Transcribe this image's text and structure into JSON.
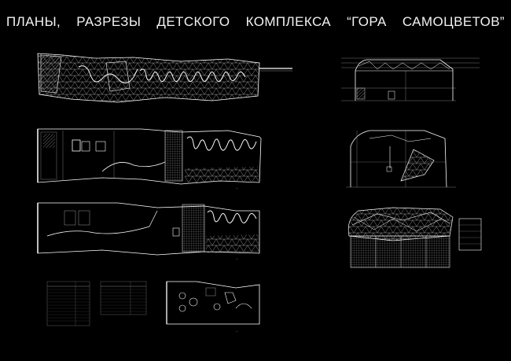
{
  "poster": {
    "title_words": [
      "ПЛАНЫ,",
      "РАЗРЕЗЫ",
      "ДЕТСКОГО",
      "КОМПЛЕКСА",
      "“ГОРА",
      "САМОЦВЕТОВ”"
    ]
  },
  "colors": {
    "background": "#000000",
    "line": "#ffffff",
    "dim_line": "#9a9a9a",
    "hatch": "#bdbdbd"
  }
}
